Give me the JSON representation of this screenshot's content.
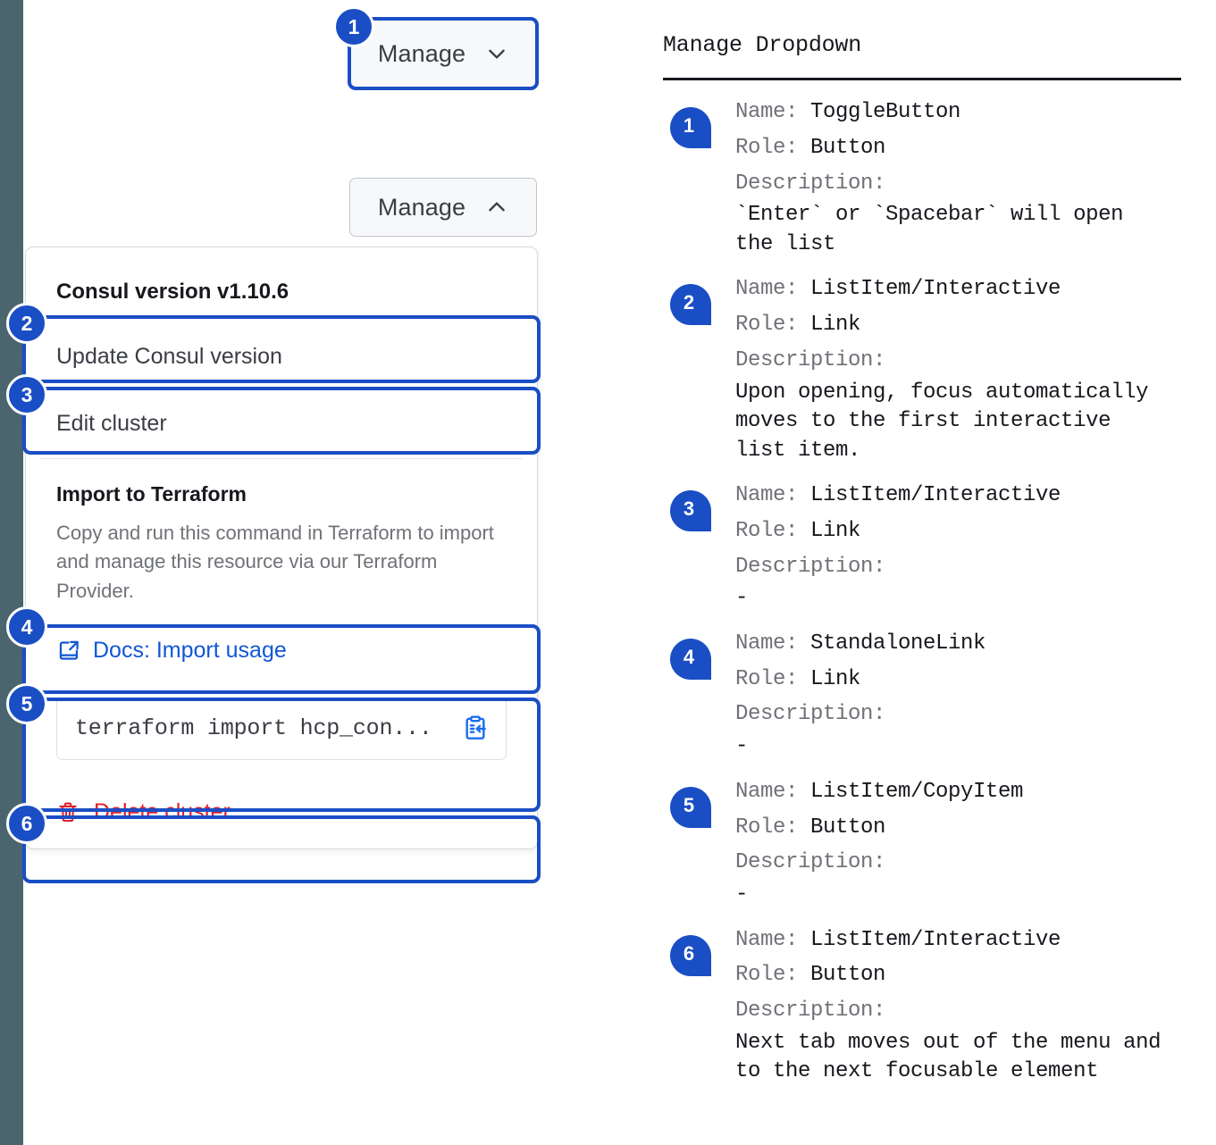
{
  "left_rail": {
    "color": "#4a656d"
  },
  "buttons": {
    "manage_closed": {
      "label": "Manage",
      "icon": "chevron-down-icon",
      "state": "collapsed"
    },
    "manage_open": {
      "label": "Manage",
      "icon": "chevron-up-icon",
      "state": "expanded"
    }
  },
  "dropdown": {
    "heading": "Consul version v1.10.6",
    "item_update": "Update Consul version",
    "item_edit": "Edit cluster",
    "section_title": "Import to Terraform",
    "section_desc": "Copy and run this command in Terraform to import and manage this resource via our Terraform Provider.",
    "docs_link": "Docs: Import usage",
    "code_command": "terraform import hcp_con...",
    "copy_icon": "clipboard-copy-icon",
    "delete_label": "Delete cluster",
    "delete_icon": "trash-icon",
    "docs_icon": "external-doc-link-icon"
  },
  "markers": {
    "m1": "1",
    "m2": "2",
    "m3": "3",
    "m4": "4",
    "m5": "5",
    "m6": "6"
  },
  "annotations": {
    "title": "Manage Dropdown",
    "labels": {
      "name": "Name:",
      "role": "Role:",
      "description": "Description:"
    },
    "items": [
      {
        "num": "1",
        "name": "ToggleButton",
        "role": "Button",
        "description": "`Enter` or `Spacebar` will open\nthe list"
      },
      {
        "num": "2",
        "name": "ListItem/Interactive",
        "role": "Link",
        "description": "Upon opening, focus automatically\nmoves to the first interactive\nlist item."
      },
      {
        "num": "3",
        "name": "ListItem/Interactive",
        "role": "Link",
        "description": "-"
      },
      {
        "num": "4",
        "name": "StandaloneLink",
        "role": "Link",
        "description": "-"
      },
      {
        "num": "5",
        "name": "ListItem/CopyItem",
        "role": "Button",
        "description": "-"
      },
      {
        "num": "6",
        "name": "ListItem/Interactive",
        "role": "Button",
        "description": "Next tab moves out of the menu and\nto the next focusable element"
      }
    ]
  },
  "colors": {
    "accent_blue": "#1a4ec4",
    "link_blue": "#1057d6",
    "danger_red": "#e0202c",
    "rail_slate": "#4a656d"
  }
}
